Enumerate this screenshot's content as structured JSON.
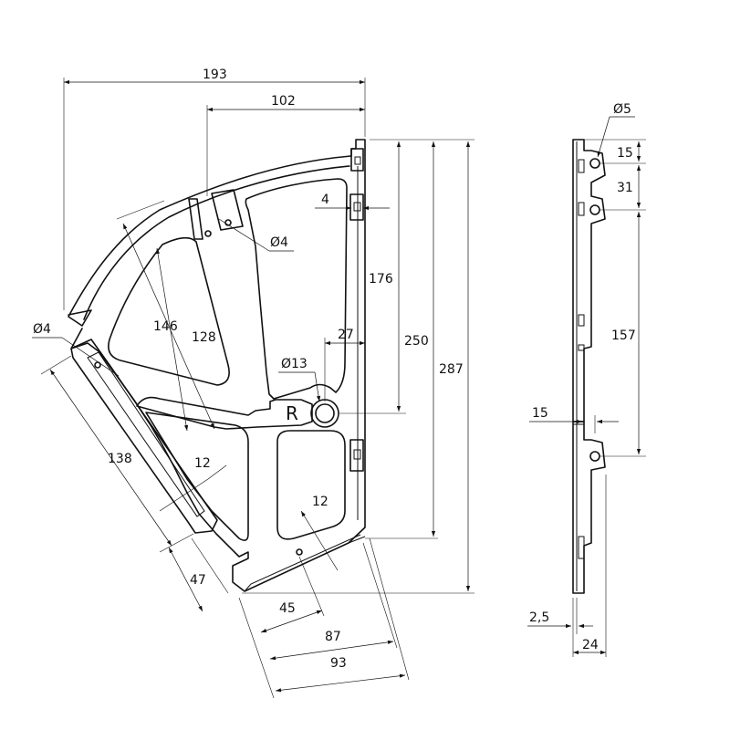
{
  "front_view": {
    "dims": {
      "d193": "193",
      "d102": "102",
      "d4": "4",
      "d176": "176",
      "d250": "250",
      "d287": "287",
      "d27": "27",
      "dia13": "Ø13",
      "dia4_right": "Ø4",
      "dia4_left": "Ø4",
      "d146": "146",
      "d128": "128",
      "d138": "138",
      "d12_left": "12",
      "d12_right": "12",
      "d47": "47",
      "d45": "45",
      "d87": "87",
      "d93": "93"
    },
    "pivot_mark": "R"
  },
  "side_view": {
    "dims": {
      "dia5": "Ø5",
      "d15_top": "15",
      "d31": "31",
      "d157": "157",
      "d15_mid": "15",
      "d2_5": "2,5",
      "d24": "24"
    }
  }
}
